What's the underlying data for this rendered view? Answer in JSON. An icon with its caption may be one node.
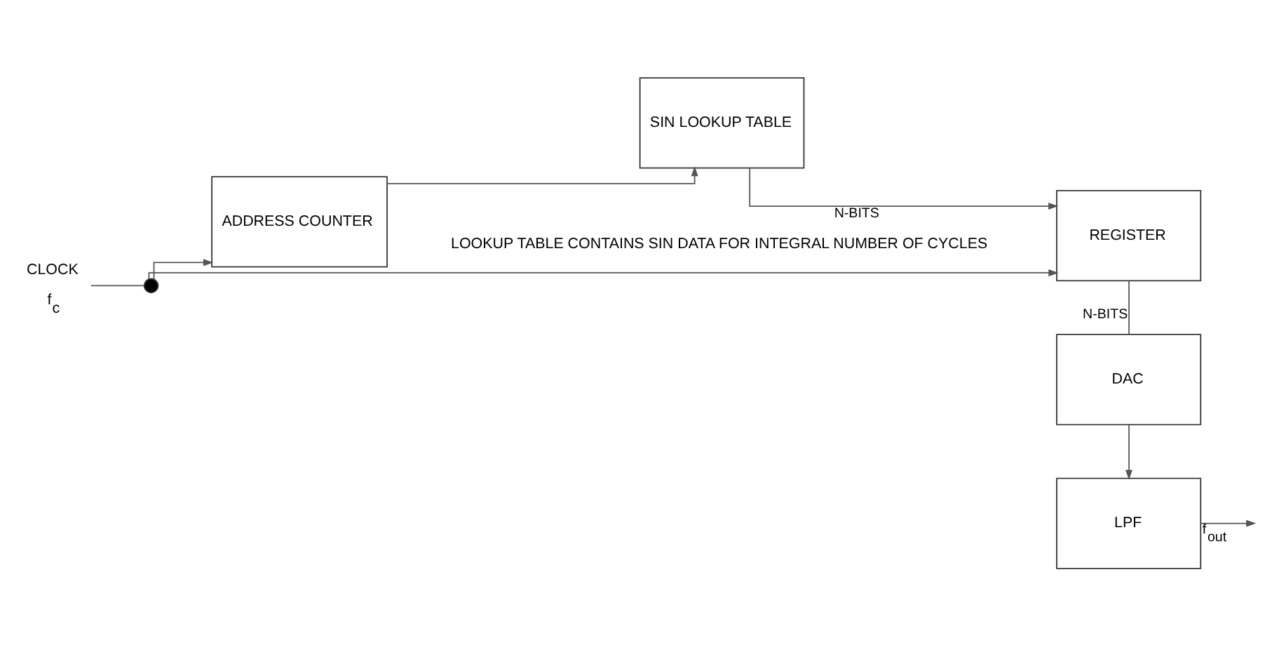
{
  "diagram": {
    "nodes": [
      {
        "text": [
          "CLOCK"
        ],
        "beside": [
          "f$_{c}$"
        ]
      },
      {
        "text": [],
        "shape": "circle"
      },
      {
        "text": [
          "ADDRESS COUNTER"
        ]
      },
      {
        "text": [
          "SIN LOOKUP TABLE"
        ]
      },
      {
        "text": [
          "REGISTER"
        ]
      },
      {
        "text": [
          "DAC"
        ]
      },
      {
        "text": [
          "LPF"
        ]
      }
    ],
    "edges": [
      {
        "from": 0,
        "to": 1,
        "arrow": "none"
      },
      {
        "from": 1,
        "to": 2,
        "arrow": "to"
      },
      {
        "from": 1,
        "to": 4,
        "arrow": "to"
      },
      {
        "from": 2,
        "to": 3,
        "arrow": "to"
      },
      {
        "from": 3,
        "to": 4,
        "arrow": "to",
        "label": "N-BITS"
      },
      {
        "from": 4,
        "to": 5,
        "arrow": "none",
        "label": "N-BITS"
      },
      {
        "from": 5,
        "to": 6,
        "arrow": "to"
      },
      {
        "from": 6,
        "to": null,
        "arrow": "to",
        "label": "f$_{out}$"
      }
    ],
    "labels": [
      "LOOKUP TABLE CONTAINS SIN DATA FOR INTEGRAL NUMBER OF CYCLES"
    ]
  }
}
